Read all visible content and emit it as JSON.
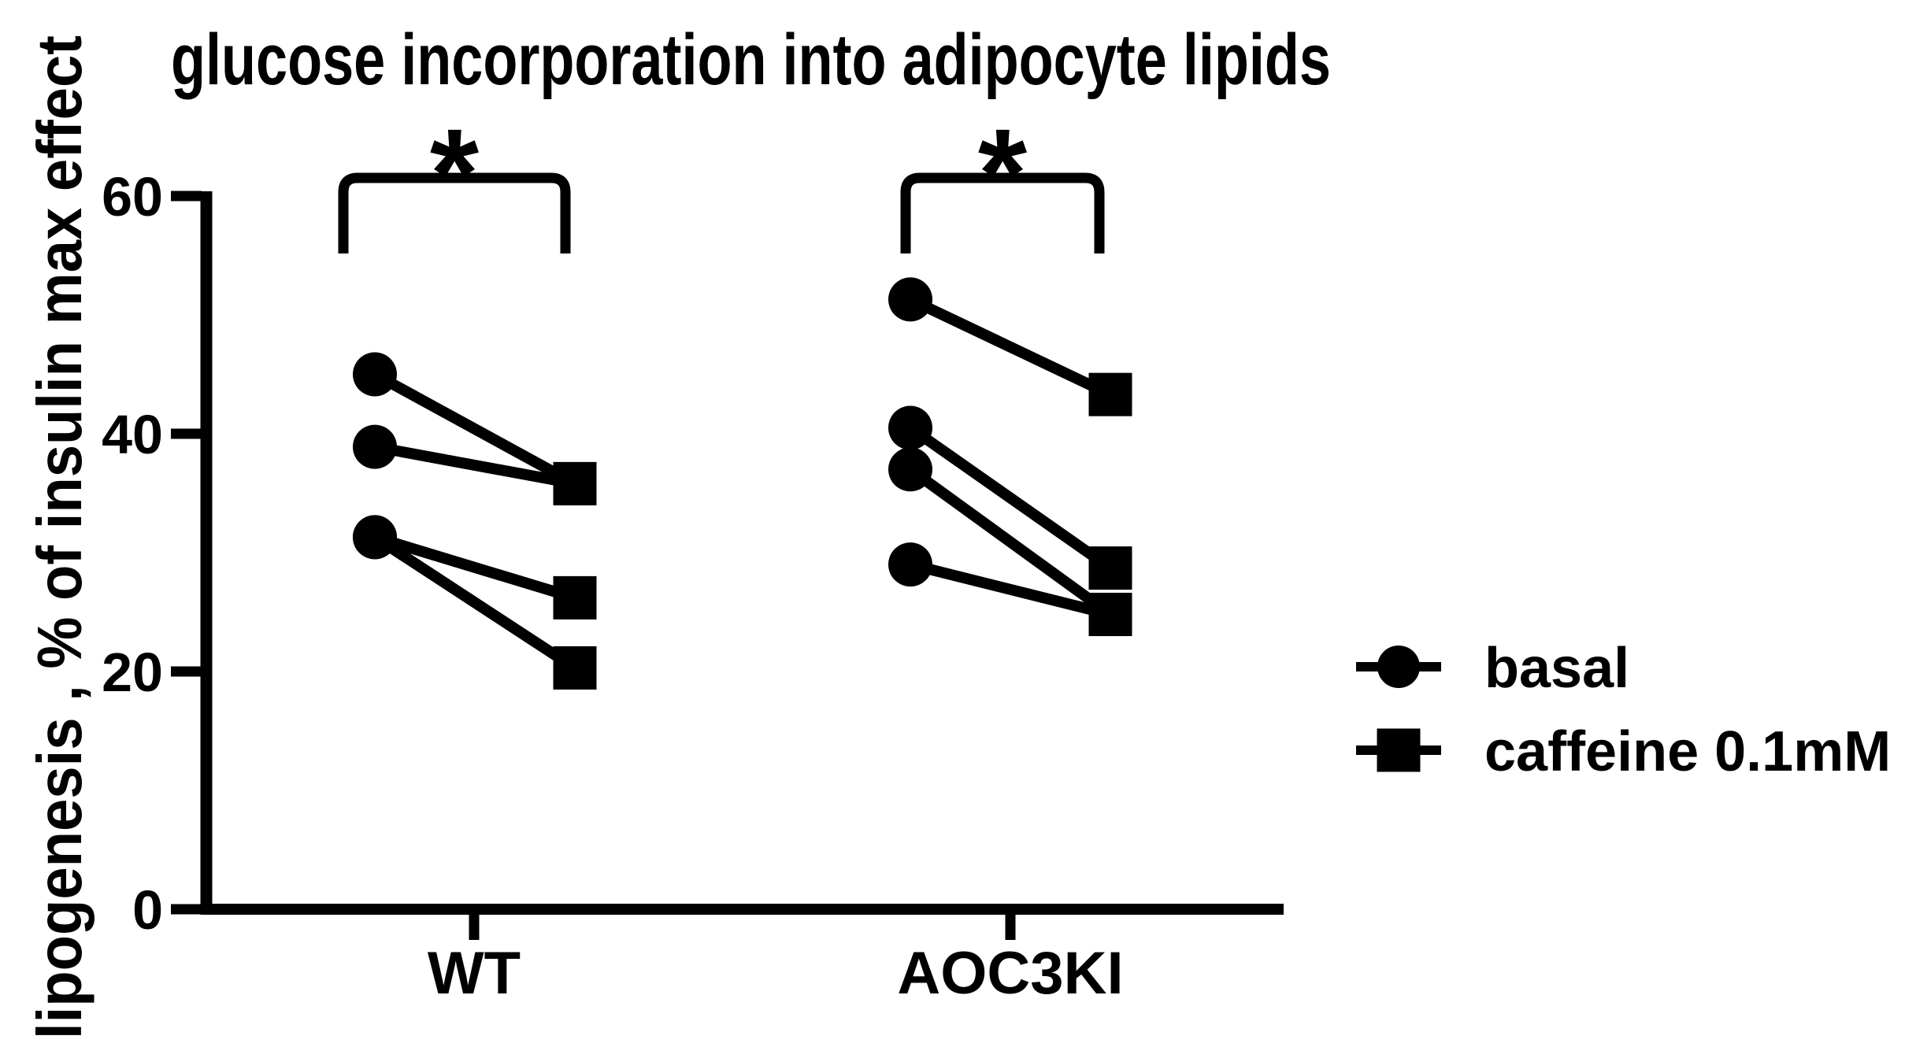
{
  "figure": {
    "background_color": "#ffffff",
    "ink_color": "#000000"
  },
  "chart_data": {
    "type": "scatter",
    "subtype": "paired-before-after",
    "title": "glucose incorporation into adipocyte lipids",
    "xlabel": "",
    "ylabel": "lipogenesis , % of insulin max effect",
    "ylim": [
      0,
      60
    ],
    "yticks": [
      0,
      20,
      40,
      60
    ],
    "grid": false,
    "categories": [
      "WT",
      "AOC3KI"
    ],
    "series": [
      {
        "name": "basal",
        "marker": "circle"
      },
      {
        "name": "caffeine 0.1mM",
        "marker": "square"
      }
    ],
    "groups": [
      {
        "label": "WT",
        "significance": "*",
        "pairs_note": "each pair = [basal, caffeine 0.1mM], % of insulin max effect",
        "pairs": [
          [
            45.0,
            35.8
          ],
          [
            38.9,
            35.8
          ],
          [
            31.3,
            26.2
          ],
          [
            31.3,
            20.3
          ]
        ]
      },
      {
        "label": "AOC3KI",
        "significance": "*",
        "pairs_note": "each pair = [basal, caffeine 0.1mM], % of insulin max effect",
        "pairs": [
          [
            51.3,
            43.3
          ],
          [
            40.5,
            28.7
          ],
          [
            37.0,
            24.8
          ],
          [
            29.0,
            24.8
          ]
        ]
      }
    ],
    "legend": {
      "position": "right",
      "entries": [
        {
          "marker": "circle",
          "label": "basal"
        },
        {
          "marker": "square",
          "label": "caffeine 0.1mM"
        }
      ]
    }
  }
}
